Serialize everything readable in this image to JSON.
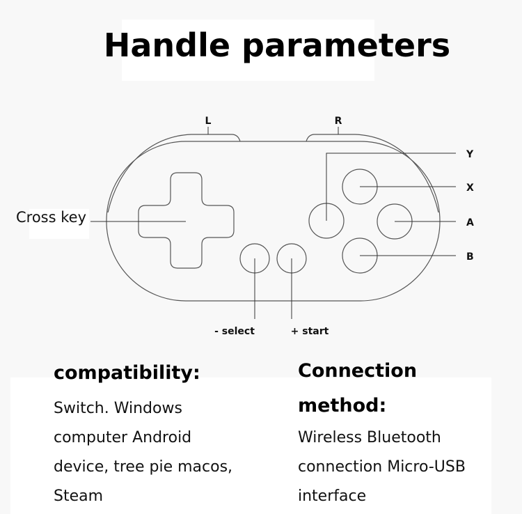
{
  "title": "Handle parameters",
  "labels": {
    "l": "L",
    "r": "R",
    "y": "Y",
    "x": "X",
    "a": "A",
    "b": "B",
    "select": "- select",
    "start": "+ start",
    "cross_key": "Cross key"
  },
  "compatibility": {
    "heading": "compatibility:",
    "lines": [
      "Switch. Windows",
      "computer Android",
      "device, tree pie macos,",
      "Steam"
    ]
  },
  "connection": {
    "heading_lines": [
      "Connection",
      "method:"
    ],
    "lines": [
      "Wireless Bluetooth",
      "connection Micro-USB",
      "interface"
    ]
  }
}
